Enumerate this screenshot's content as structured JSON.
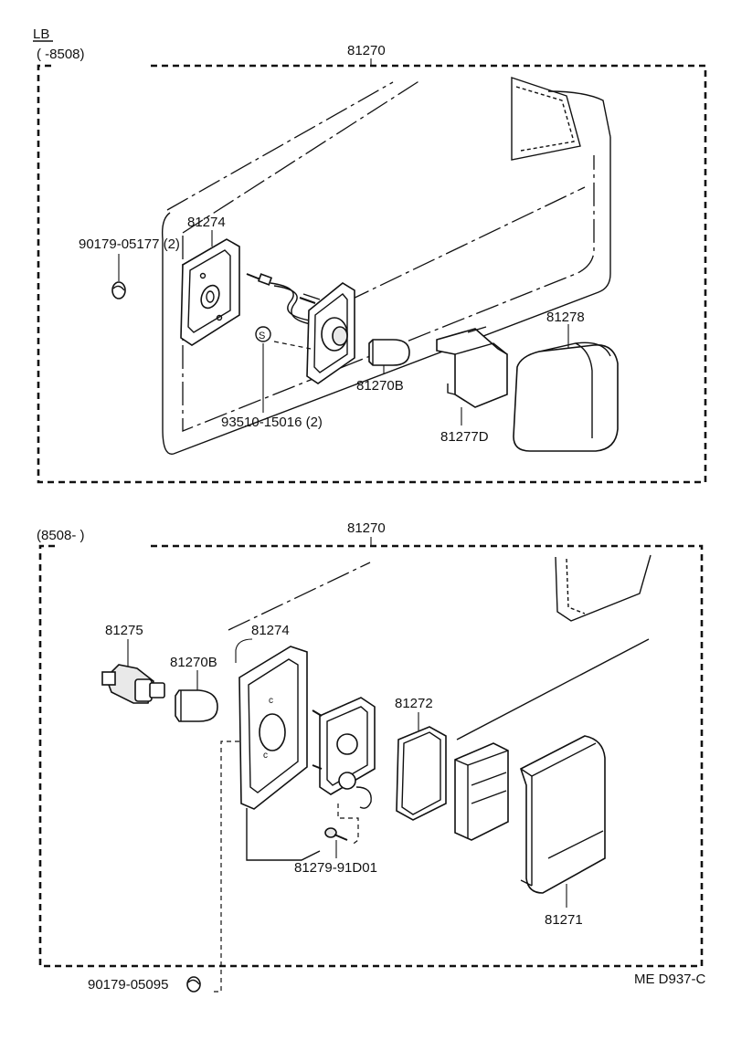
{
  "page": {
    "corner_label": "LB",
    "footer_code": "ME D937-C"
  },
  "upper": {
    "range": "(   -8508)",
    "assembly": "81270",
    "parts": {
      "bracket": "81274",
      "screw": "90179-05177 (2)",
      "bolt": "93510-15016 (2)",
      "bulb": "81270B",
      "cover": "81277D",
      "lens": "81278"
    },
    "screw_marker": "S"
  },
  "lower": {
    "range": "(8508-       )",
    "assembly": "81270",
    "parts": {
      "socket": "81275",
      "bulb": "81270B",
      "gasket_frame": "81274",
      "gasket": "81272",
      "screw": "81279-91D01",
      "lens": "81271",
      "nut": "90179-05095"
    }
  }
}
